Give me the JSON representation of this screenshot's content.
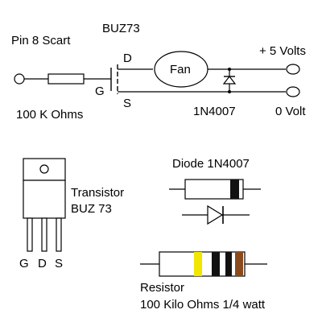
{
  "schematic": {
    "title": "BUZ73",
    "input_label": "Pin 8 Scart",
    "resistor_label": "100 K Ohms",
    "gate_label": "G",
    "drain_label": "D",
    "source_label": "S",
    "fan_label": "Fan",
    "diode_label": "1N4007",
    "supply_positive": "+ 5 Volts",
    "supply_ground": "0 Volt"
  },
  "components": {
    "transistor": {
      "label_line1": "Transistor",
      "label_line2": "BUZ 73",
      "pins": [
        "G",
        "D",
        "S"
      ]
    },
    "diode": {
      "label": "Diode 1N4007"
    },
    "resistor": {
      "label_line1": "Resistor",
      "label_line2": "100 Kilo Ohms 1/4 watt",
      "bands": [
        "#f2e600",
        "#111111",
        "#111111",
        "#8a4a1c"
      ]
    }
  }
}
